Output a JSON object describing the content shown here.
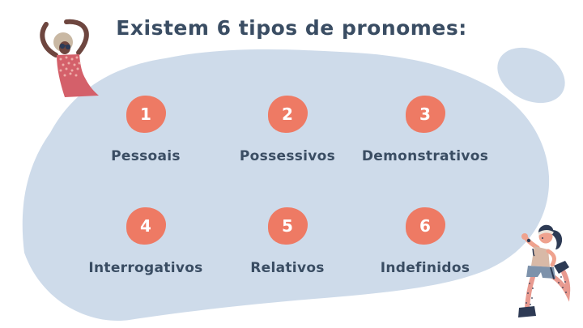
{
  "slide": {
    "title": "Existem 6 tipos de pronomes:"
  },
  "items": [
    {
      "number": "1",
      "label": "Pessoais"
    },
    {
      "number": "2",
      "label": "Possessivos"
    },
    {
      "number": "3",
      "label": "Demonstrativos"
    },
    {
      "number": "4",
      "label": "Interrogativos"
    },
    {
      "number": "5",
      "label": "Relativos"
    },
    {
      "number": "6",
      "label": "Indefinidos"
    }
  ],
  "colors": {
    "background": "#ffffff",
    "blob": "#cedbea",
    "badge": "#ee7a64",
    "badge_text": "#ffffff",
    "text": "#3a4d63"
  },
  "illustrations": {
    "top_left": "ballet-dancer",
    "bottom_right": "runner-dancer"
  }
}
